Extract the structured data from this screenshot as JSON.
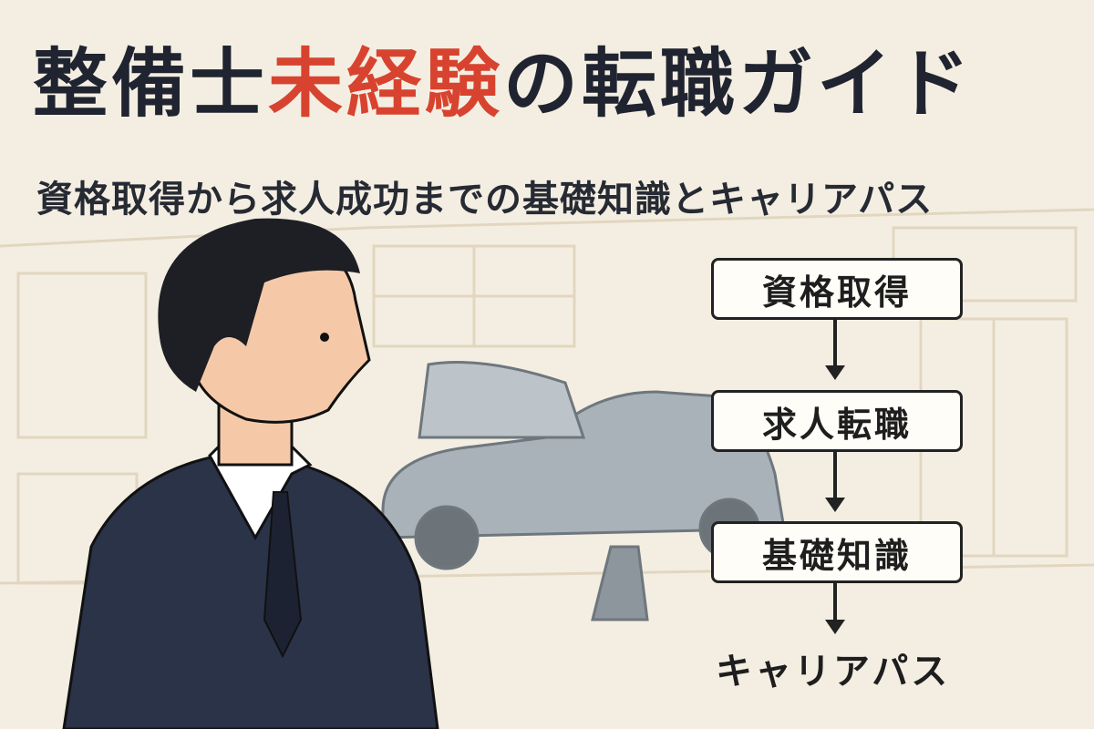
{
  "title": {
    "part1": "整備士",
    "highlight": "未経験",
    "part2": "の転職ガイド"
  },
  "subtitle": "資格取得から求人成功までの基礎知識とキャリアパス",
  "flow": {
    "steps": [
      "資格取得",
      "求人転職",
      "基礎知識"
    ],
    "final": "キャリアパス"
  },
  "colors": {
    "background": "#f4eee2",
    "accent": "#d8432f",
    "text": "#1f2430",
    "suit": "#2a3348",
    "car": "#a9b2b8"
  }
}
